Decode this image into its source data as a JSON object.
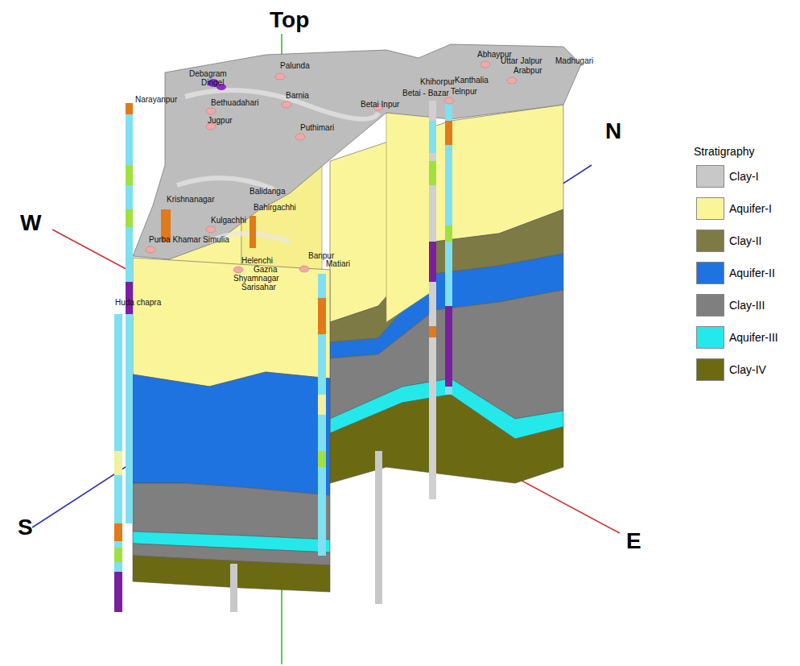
{
  "diagram": {
    "labels": [
      "Top",
      "N",
      "W",
      "S",
      "E",
      "Narayanpur",
      "Debagram",
      "Dingel",
      "Palunda",
      "Bethuadahari",
      "Jugpur",
      "Barnia",
      "Puthimari",
      "Betai Inpur",
      "Betai - Bazar",
      "Khihorpur",
      "Kanthalia",
      "Telnpur",
      "Abhaypur",
      "Uttar Jalpur",
      "Madhugari",
      "Arabpur",
      "Krishnanagar",
      "Balidanga",
      "Bahirgachhi",
      "Kulgachhi",
      "Purba Khamar",
      "Simulia",
      "Helenchi",
      "Gazna",
      "Shyamnagar",
      "Sarisahar",
      "Banpur",
      "Matiari",
      "Huda chapra",
      "Stratigraphy"
    ],
    "legend": [
      {
        "text": "Clay-I",
        "color": "#c8c8c8"
      },
      {
        "text": "Aquifer-I",
        "color": "#fbf59a"
      },
      {
        "text": "Clay-II",
        "color": "#7d7a45"
      },
      {
        "text": "Aquifer-II",
        "color": "#1e73e0"
      },
      {
        "text": "Clay-III",
        "color": "#7f7f7f"
      },
      {
        "text": "Aquifer-III",
        "color": "#25e8ea"
      },
      {
        "text": "Clay-IV",
        "color": "#6b6a12"
      }
    ]
  }
}
